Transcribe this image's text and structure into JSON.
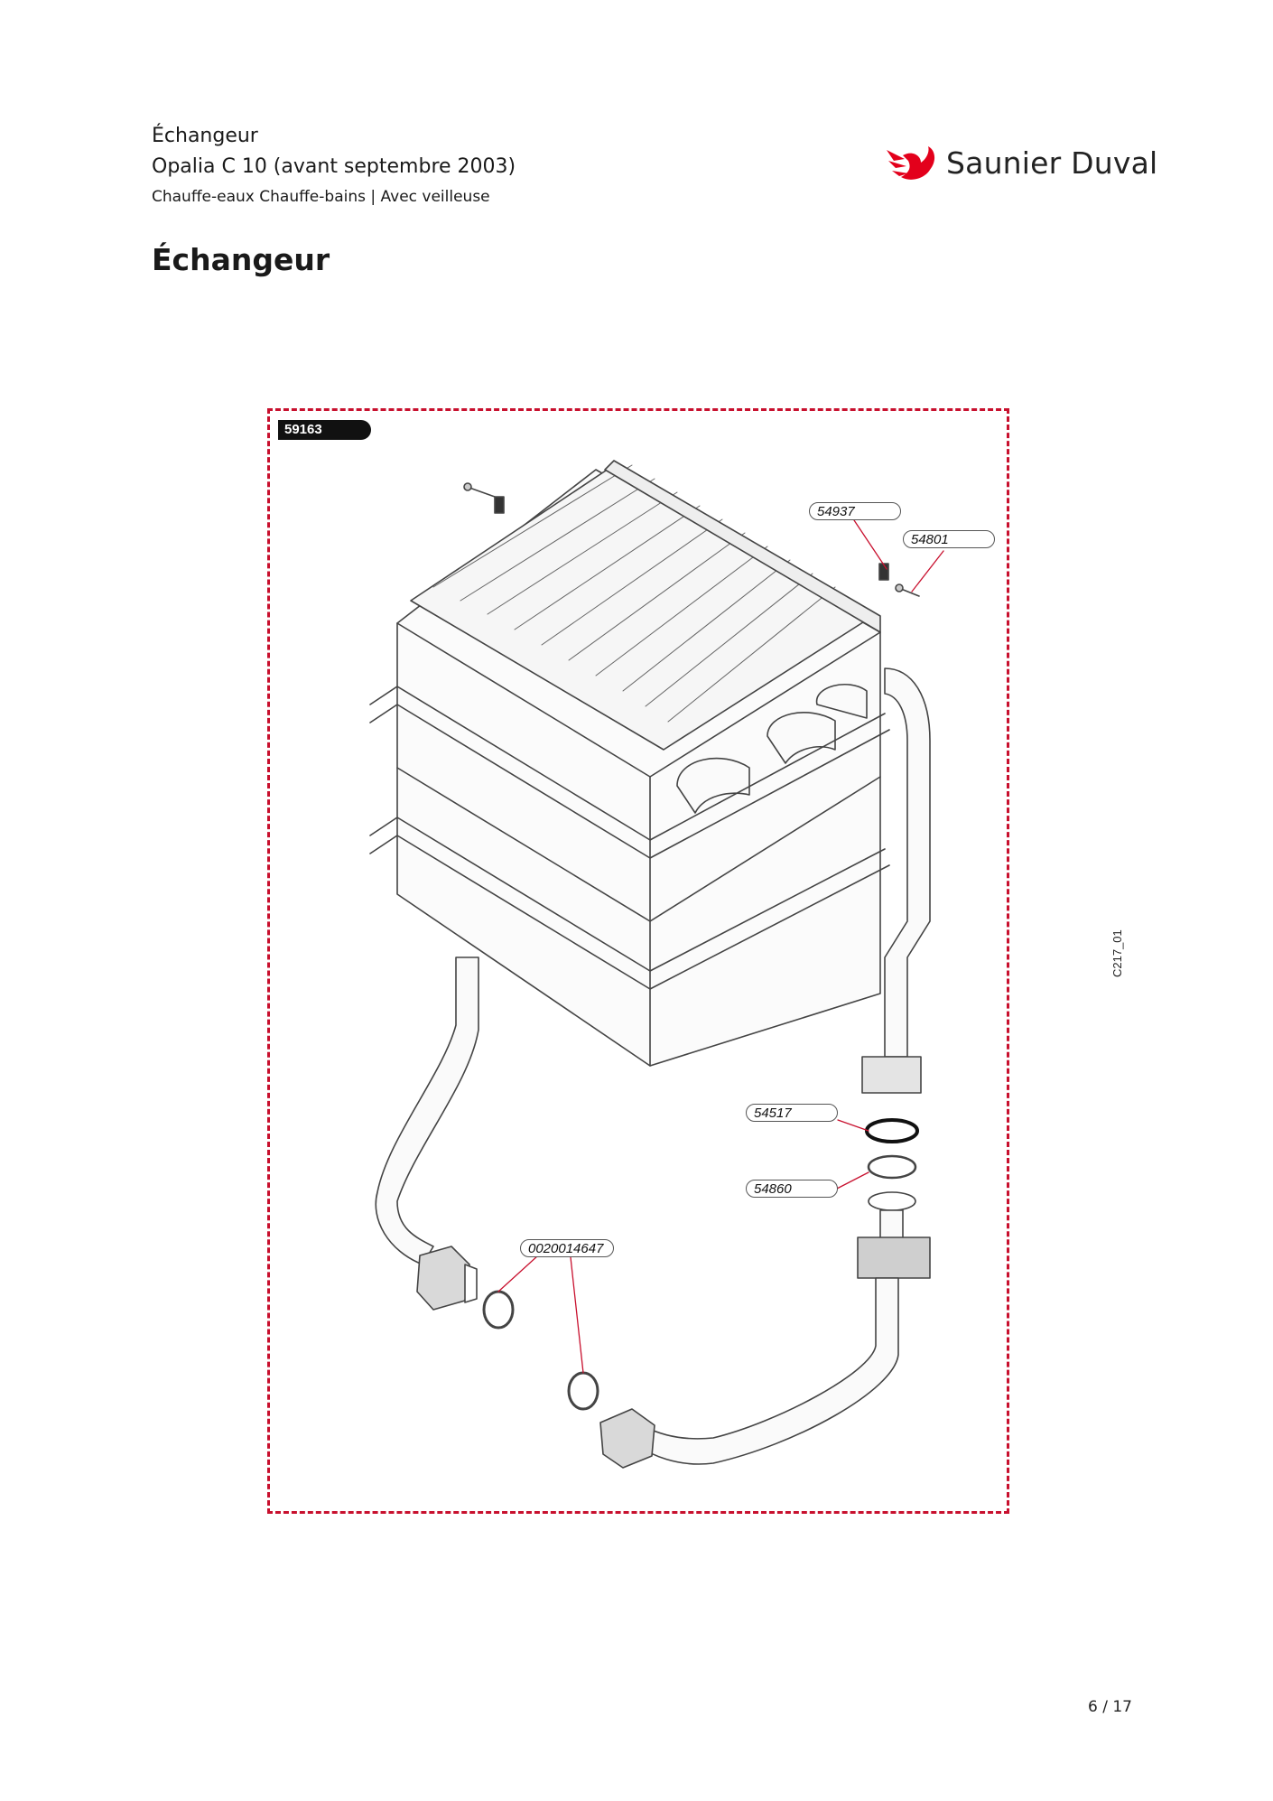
{
  "header": {
    "title": "Échangeur",
    "model": "Opalia C 10 (avant septembre 2003)",
    "category": "Chauffe-eaux Chauffe-bains | Avec veilleuse"
  },
  "brand": {
    "name": "Saunier Duval",
    "color": "#e3001b",
    "logo_icon": "bird-logo-icon"
  },
  "page_heading": "Échangeur",
  "diagram": {
    "assembly_ref": "59163",
    "frame_color": "#c8102e",
    "drawing_code": "C217_01",
    "callouts": {
      "c54937": "54937",
      "c54801": "54801",
      "c54517": "54517",
      "c54860": "54860",
      "c0020014647": "0020014647"
    }
  },
  "page_number": "6 / 17"
}
